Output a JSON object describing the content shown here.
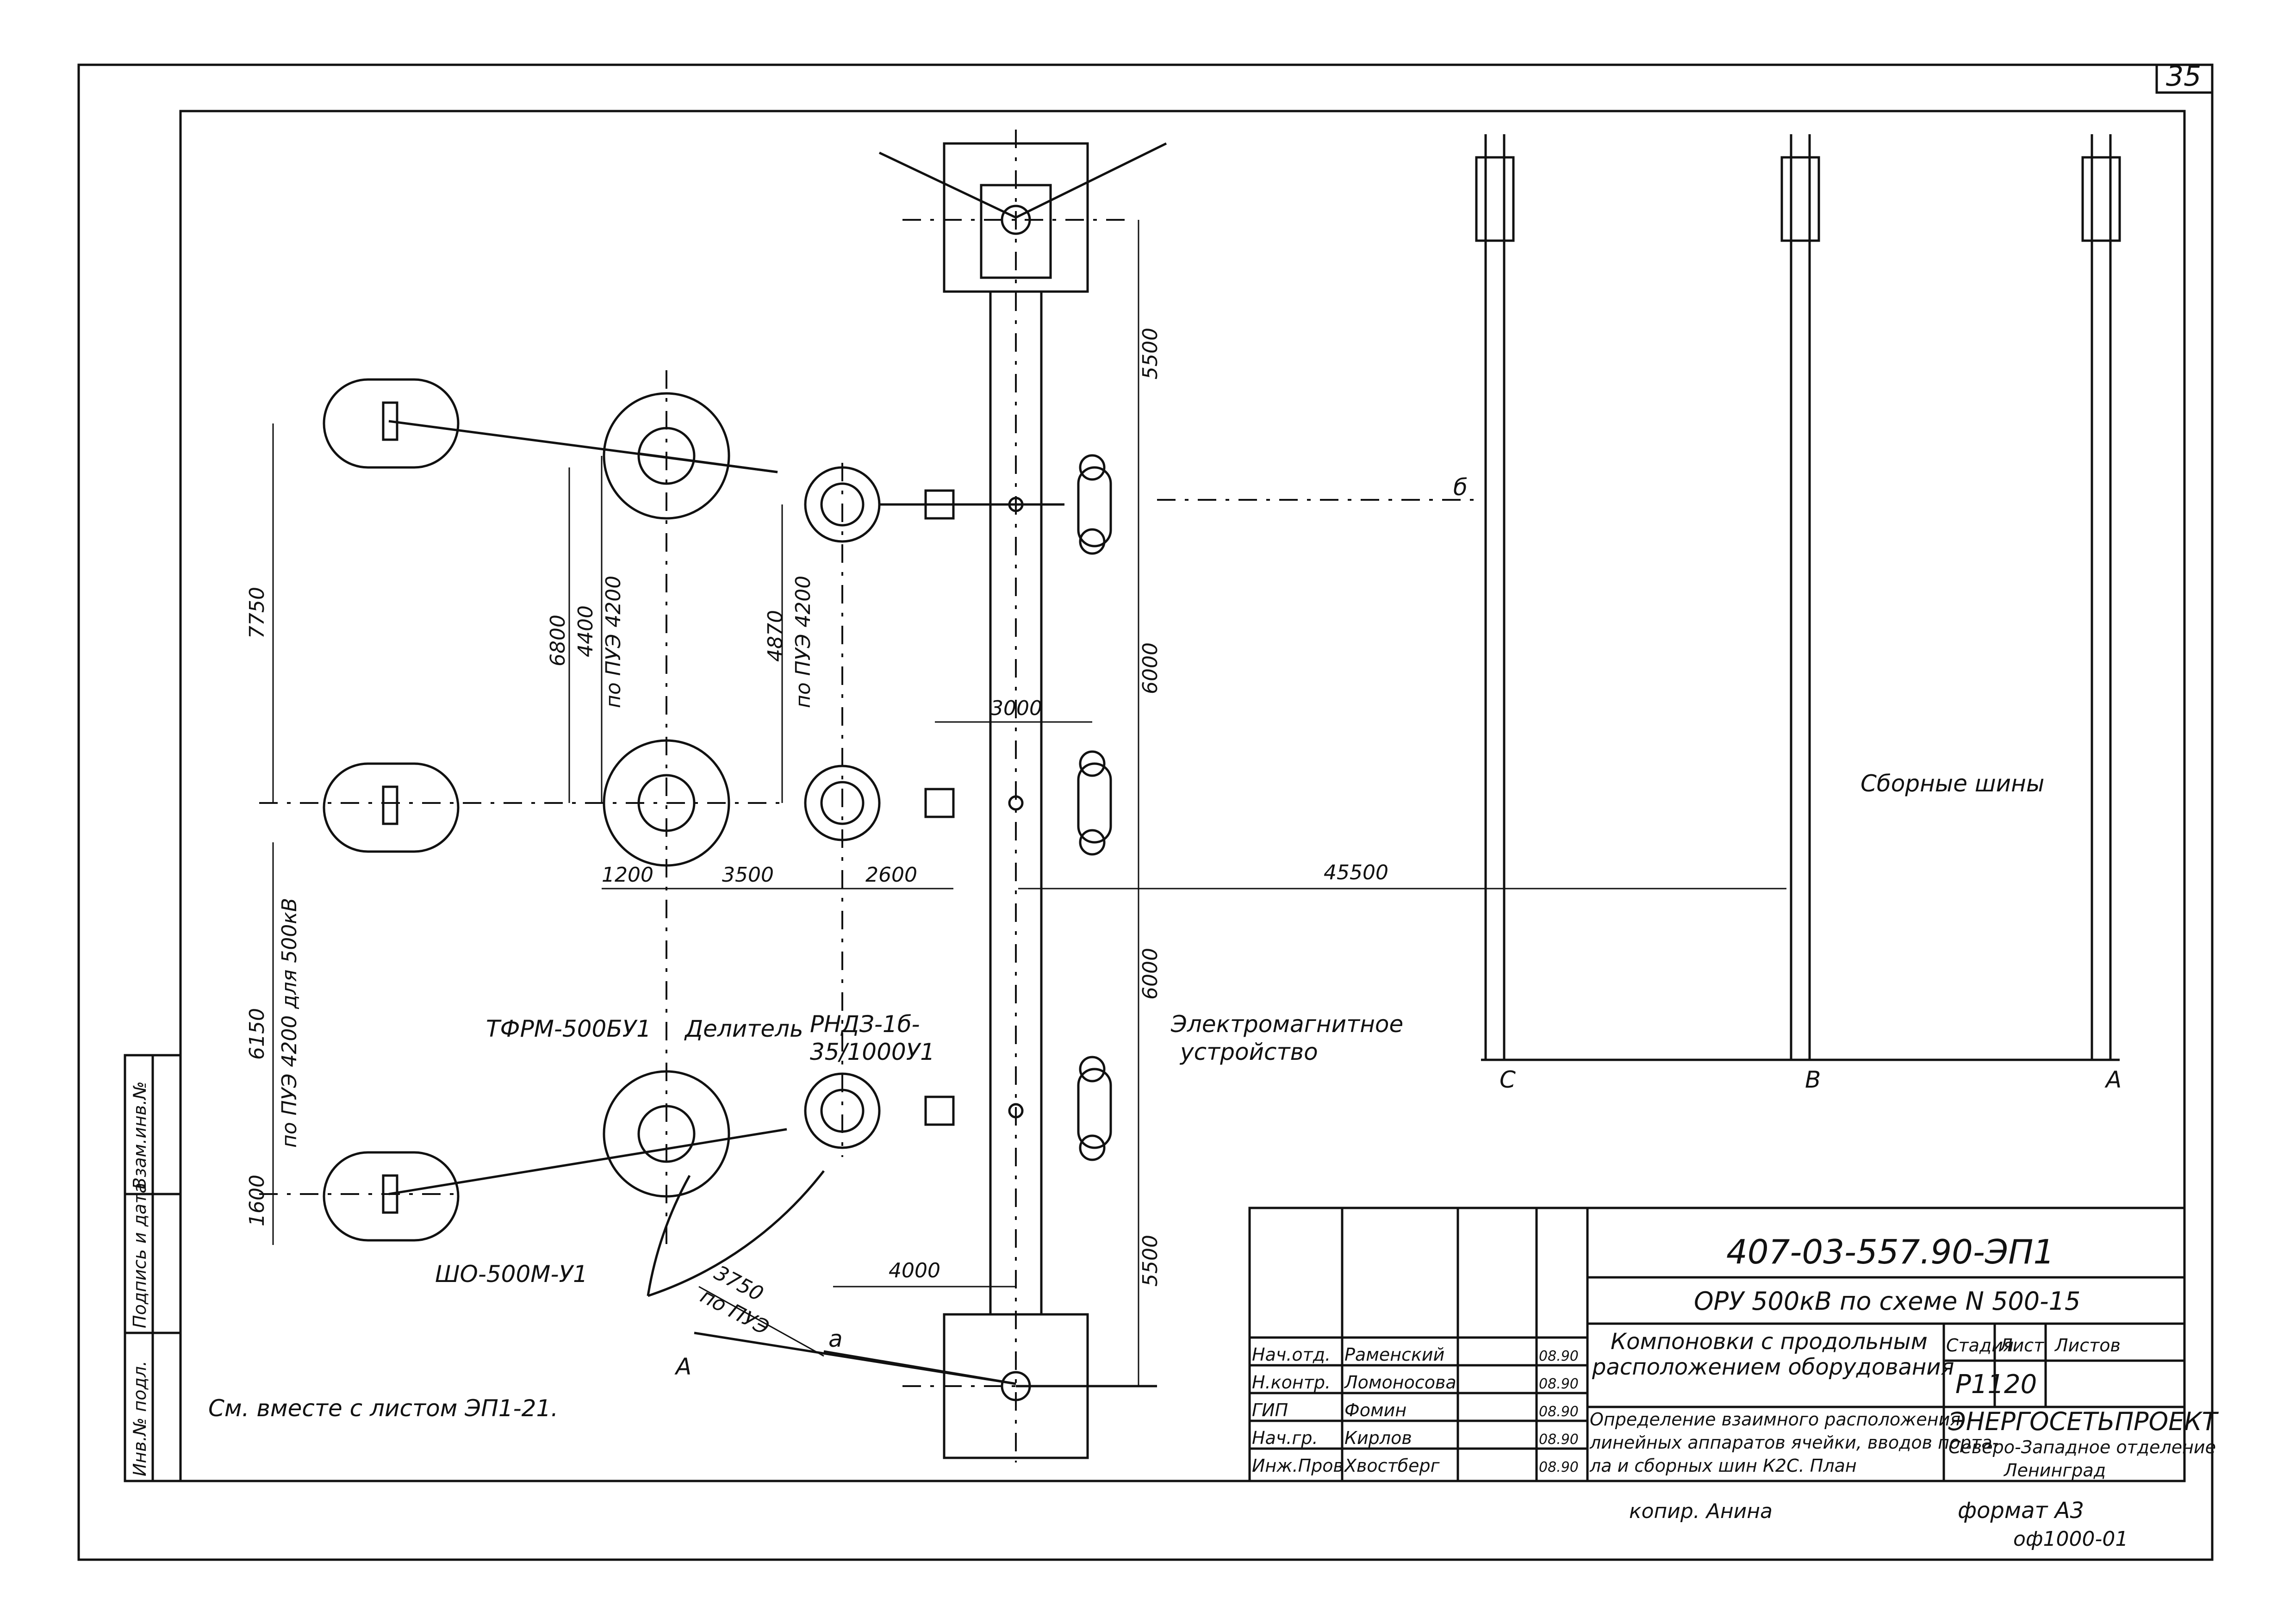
{
  "sheet": {
    "page_number": "35"
  },
  "dimensions": {
    "d5500_top": "5500",
    "d5500_bottom": "5500",
    "d6000_a": "6000",
    "d6000_b": "6000",
    "d7750": "7750",
    "d6800": "6800",
    "d4400": "4400",
    "d4400_note": "по ПУЭ 4200",
    "d4870": "4870",
    "d4870_note": "по ПУЭ 4200",
    "d3000": "3000",
    "d1200": "1200",
    "d3500": "3500",
    "d2600": "2600",
    "d45500": "45500",
    "d6150": "6150",
    "d6150_note": "по ПУЭ 4200 для 500кВ",
    "d1600": "1600",
    "d4000": "4000",
    "d3750": "3750",
    "d3750_note": "по ПУЭ"
  },
  "labels": {
    "tfrm": "ТФРМ-500БУ1",
    "divider": "Делитель",
    "rnd": "РНДЗ-1б-",
    "rnd2": "35/1000У1",
    "em_device_1": "Электромагнитное",
    "em_device_2": "устройство",
    "sho": "ШО-500М-У1",
    "busbars": "Сборные шины",
    "point_b": "б",
    "point_a": "а",
    "section_a": "А",
    "bus_c": "С",
    "bus_b": "В",
    "bus_a": "А",
    "see_also": "См. вместе с листом ЭП1-21."
  },
  "side_stamp": {
    "inv_podl": "Инв.№ подл.",
    "sign_date": "Подпись и дата",
    "vzam_inv": "Взам.инв.№"
  },
  "title_block": {
    "code": "407-03-557.90-ЭП1",
    "object": "ОРУ 500кВ по схеме N 500-15",
    "title_1": "Компоновки с продольным",
    "title_2": "расположением оборудования",
    "subtitle_1": "Определение взаимного расположения",
    "subtitle_2": "линейных аппаратов ячейки, вводов порта-",
    "subtitle_3": "ла и сборных шин К2С. План",
    "stage_label": "Стадия",
    "stage": "Р11",
    "sheet_label": "Лист",
    "sheet": "20",
    "sheets_label": "Листов",
    "org_1": "ЭНЕРГОСЕТЬПРОЕКТ",
    "org_2": "Северо-Западное отделение",
    "org_3": "Ленинград",
    "roles": [
      {
        "role": "Нач.отд.",
        "name": "Раменский",
        "date": "08.90"
      },
      {
        "role": "Н.контр.",
        "name": "Ломоносова",
        "date": "08.90"
      },
      {
        "role": "ГИП",
        "name": "Фомин",
        "date": "08.90"
      },
      {
        "role": "Нач.гр.",
        "name": "Кирлов",
        "date": "08.90"
      },
      {
        "role": "Инж.Пров.",
        "name": "Хвостберг",
        "date": "08.90"
      }
    ]
  },
  "footer": {
    "copied": "копир. Анина",
    "format": "формат А3",
    "code": "оф1000-01"
  }
}
